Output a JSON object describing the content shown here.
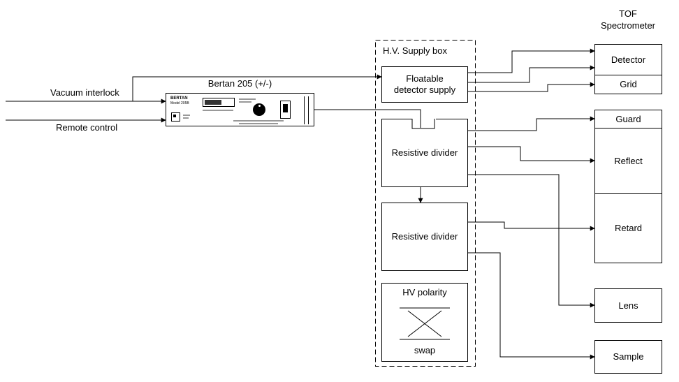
{
  "page": {
    "background": "#ffffff",
    "line_color": "#000000"
  },
  "inputs": {
    "vacuum_interlock": "Vacuum interlock",
    "remote_control": "Remote control"
  },
  "bertan": {
    "title": "Bertan 205 (+/-)",
    "brand": "BERTAN",
    "model": "Model 205B"
  },
  "hv_supply": {
    "label": "H.V. Supply box",
    "floatable_line1": "Floatable",
    "floatable_line2": "detector supply",
    "divider1": "Resistive divider",
    "divider2": "Resistive divider",
    "polarity": "HV polarity",
    "swap": "swap"
  },
  "spectrometer": {
    "heading1": "TOF",
    "heading2": "Spectrometer",
    "targets": [
      {
        "label": "Detector"
      },
      {
        "label": "Grid"
      },
      {
        "label": "Guard"
      },
      {
        "label": "Reflect"
      },
      {
        "label": "Retard"
      },
      {
        "label": "Lens"
      },
      {
        "label": "Sample"
      }
    ]
  }
}
